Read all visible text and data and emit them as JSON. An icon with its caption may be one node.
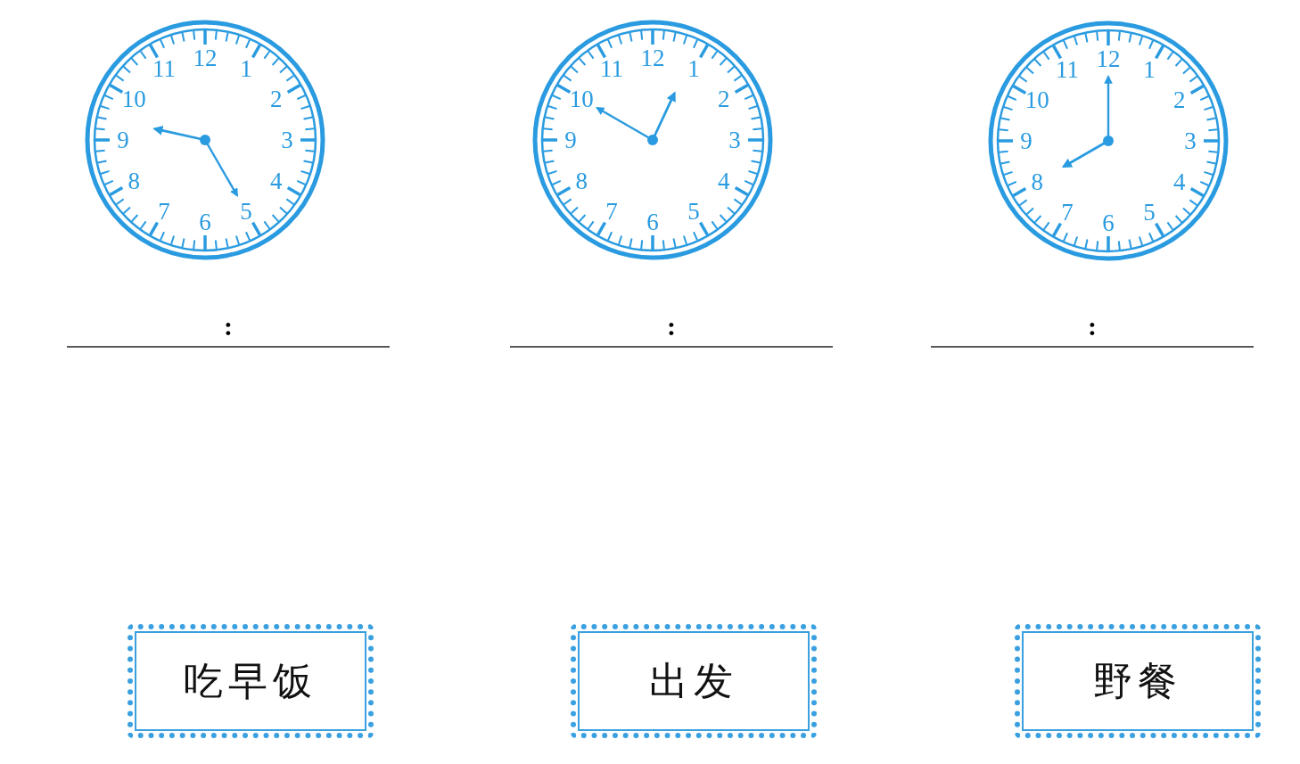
{
  "diagram": {
    "nodes": [
      {
        "text": [
          "吃早饭"
        ]
      },
      {
        "text": [
          "出发"
        ]
      },
      {
        "text": [
          "野餐"
        ]
      }
    ],
    "labels": [
      "12",
      "1",
      "2",
      "3",
      "4",
      "5",
      "6",
      "7",
      "8",
      "9",
      "10",
      "11",
      "12",
      "1",
      "2",
      "3",
      "4",
      "5",
      "6",
      "7",
      "8",
      "9",
      "10",
      "11",
      "12",
      "1",
      "2",
      "3",
      "4",
      "5",
      "6",
      "7",
      "8",
      "9",
      "10",
      "11",
      ":",
      ":",
      ":"
    ]
  }
}
